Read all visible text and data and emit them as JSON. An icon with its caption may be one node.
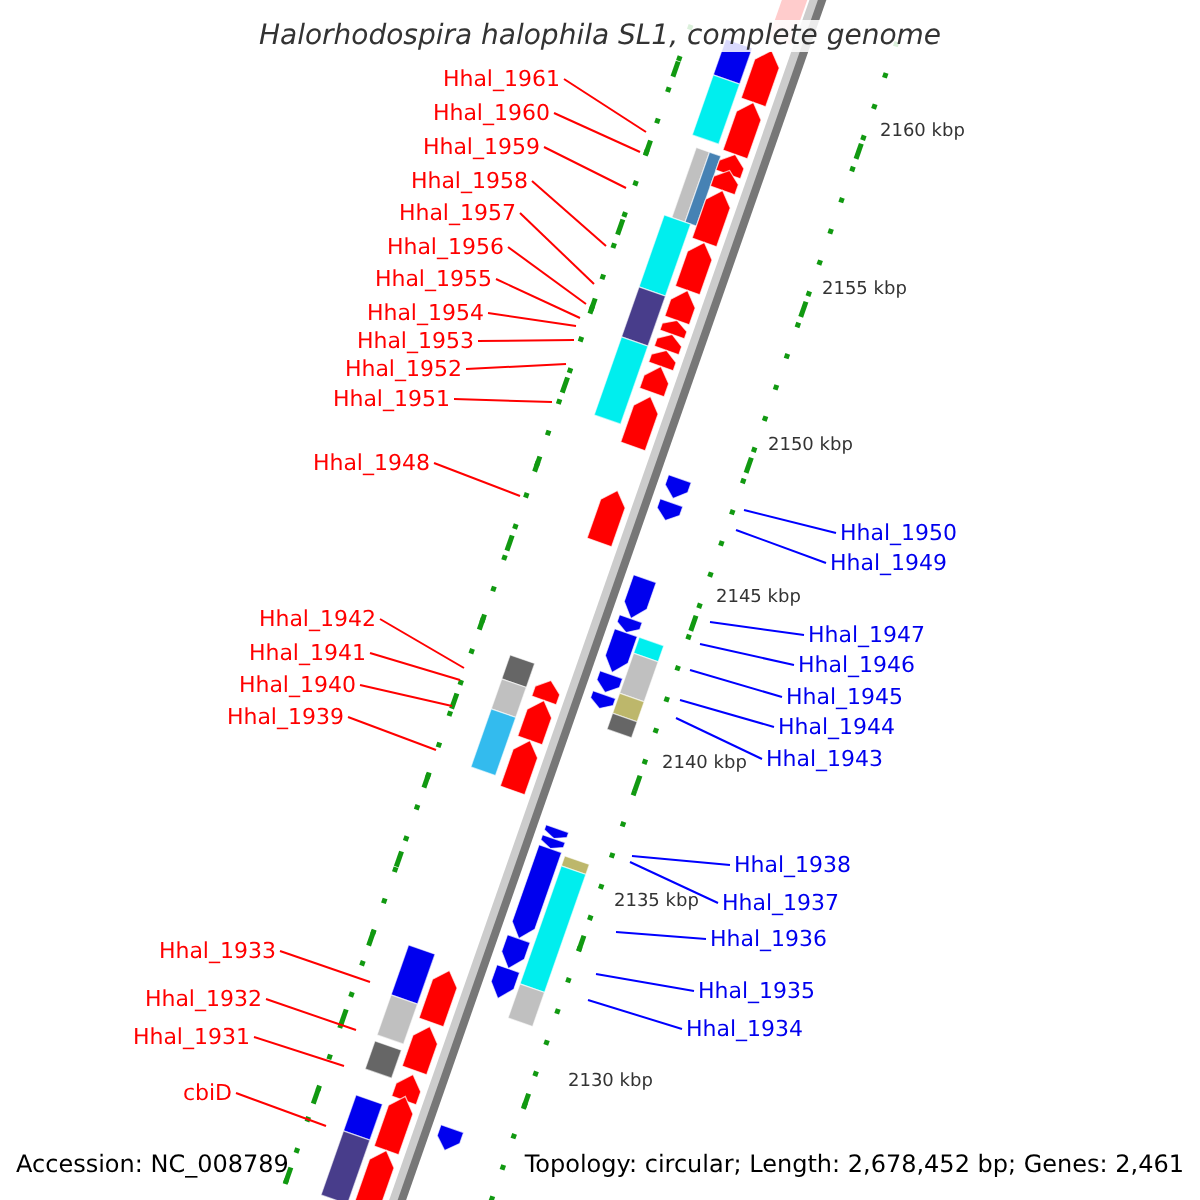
{
  "diagram": {
    "title": "Halorhodospira halophila SL1, complete genome",
    "nodes": [
      {
        "text": [
          "Hhal_1961"
        ]
      },
      {
        "text": [
          "Hhal_1960"
        ]
      },
      {
        "text": [
          "Hhal_1959"
        ]
      },
      {
        "text": [
          "Hhal_1958"
        ]
      },
      {
        "text": [
          "Hhal_1957"
        ]
      },
      {
        "text": [
          "Hhal_1956"
        ]
      },
      {
        "text": [
          "Hhal_1955"
        ]
      },
      {
        "text": [
          "Hhal_1954"
        ]
      },
      {
        "text": [
          "Hhal_1953"
        ]
      },
      {
        "text": [
          "Hhal_1952"
        ]
      },
      {
        "text": [
          "Hhal_1951"
        ]
      },
      {
        "text": [
          "Hhal_1948"
        ]
      },
      {
        "text": [
          "Hhal_1950"
        ]
      },
      {
        "text": [
          "Hhal_1949"
        ]
      },
      {
        "text": [
          "Hhal_1942"
        ]
      },
      {
        "text": [
          "Hhal_1947"
        ]
      },
      {
        "text": [
          "Hhal_1941"
        ]
      },
      {
        "text": [
          "Hhal_1946"
        ]
      },
      {
        "text": [
          "Hhal_1940"
        ]
      },
      {
        "text": [
          "Hhal_1945"
        ]
      },
      {
        "text": [
          "Hhal_1939"
        ]
      },
      {
        "text": [
          "Hhal_1944"
        ]
      },
      {
        "text": [
          "Hhal_1943"
        ]
      },
      {
        "text": [
          "Hhal_1938"
        ]
      },
      {
        "text": [
          "Hhal_1937"
        ]
      },
      {
        "text": [
          "Hhal_1936"
        ]
      },
      {
        "text": [
          "Hhal_1933"
        ]
      },
      {
        "text": [
          "Hhal_1935"
        ]
      },
      {
        "text": [
          "Hhal_1932"
        ]
      },
      {
        "text": [
          "Hhal_1934"
        ]
      },
      {
        "text": [
          "Hhal_1931"
        ]
      },
      {
        "text": [
          "cbiD"
        ]
      }
    ],
    "edges": [
      {
        "from": 0,
        "to": null,
        "arrow": "none"
      },
      {
        "from": 1,
        "to": null,
        "arrow": "none"
      },
      {
        "from": 2,
        "to": null,
        "arrow": "none"
      },
      {
        "from": 3,
        "to": null,
        "arrow": "none"
      },
      {
        "from": 4,
        "to": null,
        "arrow": "none"
      },
      {
        "from": 5,
        "to": null,
        "arrow": "none"
      },
      {
        "from": 6,
        "to": null,
        "arrow": "none"
      },
      {
        "from": 7,
        "to": null,
        "arrow": "none"
      },
      {
        "from": 8,
        "to": null,
        "arrow": "none"
      },
      {
        "from": 9,
        "to": null,
        "arrow": "none"
      },
      {
        "from": 10,
        "to": null,
        "arrow": "none"
      },
      {
        "from": 11,
        "to": null,
        "arrow": "none"
      },
      {
        "from": 12,
        "to": null,
        "arrow": "none",
        "color": "#0000ff"
      },
      {
        "from": 13,
        "to": null,
        "arrow": "none",
        "color": "#0000ff"
      },
      {
        "from": 14,
        "to": null,
        "arrow": "none"
      },
      {
        "from": 15,
        "to": null,
        "arrow": "none",
        "color": "#0000ff"
      },
      {
        "from": 16,
        "to": null,
        "arrow": "none"
      },
      {
        "from": 17,
        "to": null,
        "arrow": "none",
        "color": "#0000ff"
      },
      {
        "from": 18,
        "to": null,
        "arrow": "none"
      },
      {
        "from": 19,
        "to": null,
        "arrow": "none",
        "color": "#0000ff"
      },
      {
        "from": 20,
        "to": null,
        "arrow": "none"
      },
      {
        "from": 21,
        "to": null,
        "arrow": "none",
        "color": "#0000ff"
      },
      {
        "from": 22,
        "to": null,
        "arrow": "none",
        "color": "#0000ff"
      },
      {
        "from": 23,
        "to": null,
        "arrow": "none",
        "color": "#0000ff"
      },
      {
        "from": 24,
        "to": null,
        "arrow": "none",
        "color": "#0000ff"
      },
      {
        "from": 25,
        "to": null,
        "arrow": "none",
        "color": "#0000ff"
      },
      {
        "from": 26,
        "to": null,
        "arrow": "none"
      },
      {
        "from": 27,
        "to": null,
        "arrow": "none",
        "color": "#0000ff"
      },
      {
        "from": 28,
        "to": null,
        "arrow": "none"
      },
      {
        "from": 29,
        "to": null,
        "arrow": "none",
        "color": "#0000ff"
      },
      {
        "from": 30,
        "to": null,
        "arrow": "none"
      },
      {
        "from": 31,
        "to": null,
        "arrow": "none"
      }
    ],
    "labels": [
      "2160 kbp",
      "2155 kbp",
      "2150 kbp",
      "2145 kbp",
      "2140 kbp",
      "2135 kbp",
      "2130 kbp",
      "Accession: NC_008789",
      "Topology: circular; Length: 2,678,452 bp; Genes: 2,461"
    ]
  }
}
